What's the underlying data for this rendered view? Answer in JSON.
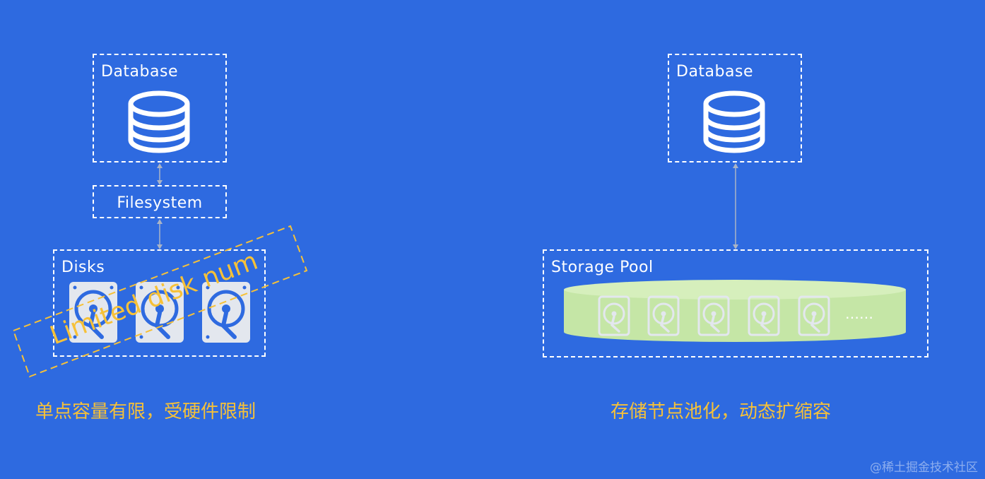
{
  "left": {
    "database_label": "Database",
    "filesystem_label": "Filesystem",
    "disks_label": "Disks",
    "limit_label": "Limited disk num",
    "caption": "单点容量有限，受硬件限制"
  },
  "right": {
    "database_label": "Database",
    "pool_label": "Storage Pool",
    "ellipsis": "……",
    "caption": "存储节点池化，动态扩缩容"
  },
  "watermark": "@稀土掘金技术社区",
  "colors": {
    "background": "#2e6ae0",
    "accent": "#f6c138",
    "disk": "#e3e7ee",
    "pool": "#c5e6a6",
    "connector": "#aab4c6"
  },
  "icons": [
    "database-icon",
    "hard-disk-icon",
    "storage-pool-cylinder"
  ]
}
